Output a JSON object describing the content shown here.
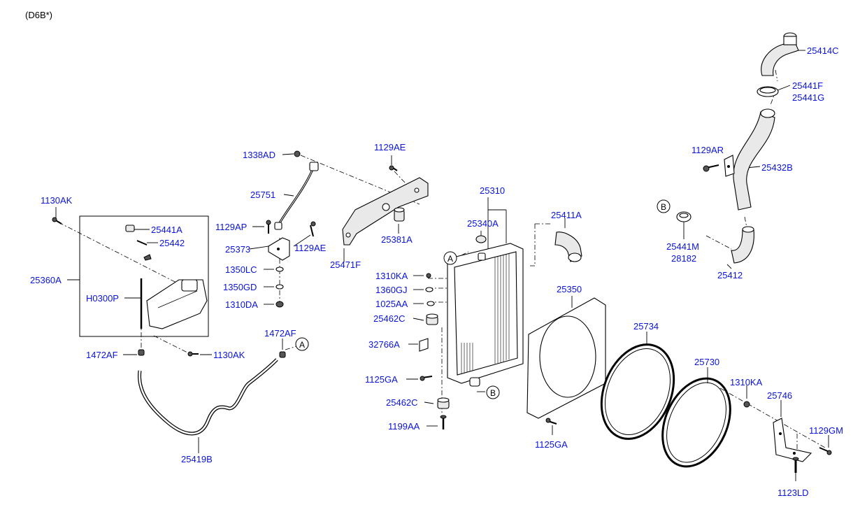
{
  "header": {
    "model_code": "(D6B*)"
  },
  "callouts": {
    "a": "A",
    "b": "B"
  },
  "parts": {
    "p25414C": "25414C",
    "p25441F": "25441F",
    "p25441G": "25441G",
    "p1129AR": "1129AR",
    "p25432B": "25432B",
    "p25441M": "25441M",
    "p28182": "28182",
    "p25412": "25412",
    "p1129AE_top": "1129AE",
    "p1338AD": "1338AD",
    "p25751": "25751",
    "p1129AP": "1129AP",
    "p1129AE_mid": "1129AE",
    "p25373": "25373",
    "p1350LC": "1350LC",
    "p1350GD": "1350GD",
    "p1310DA": "1310DA",
    "p25471F": "25471F",
    "p25381A": "25381A",
    "p25310": "25310",
    "p25340A": "25340A",
    "p25411A": "25411A",
    "p1310KA_left": "1310KA",
    "p1360GJ": "1360GJ",
    "p1025AA": "1025AA",
    "p25462C_top": "25462C",
    "p32766A": "32766A",
    "p1125GA_left": "1125GA",
    "p25462C_bot": "25462C",
    "p1199AA": "1199AA",
    "p25350": "25350",
    "p1125GA_mid": "1125GA",
    "p25734": "25734",
    "p25730": "25730",
    "p1310KA_right": "1310KA",
    "p25746": "25746",
    "p1129GM": "1129GM",
    "p1123LD": "1123LD",
    "p1130AK_top": "1130AK",
    "p25441A": "25441A",
    "p25442": "25442",
    "p25360A": "25360A",
    "pH0300P": "H0300P",
    "p1472AF_left": "1472AF",
    "p1130AK_bot": "1130AK",
    "p1472AF_right": "1472AF",
    "p25419B": "25419B"
  }
}
